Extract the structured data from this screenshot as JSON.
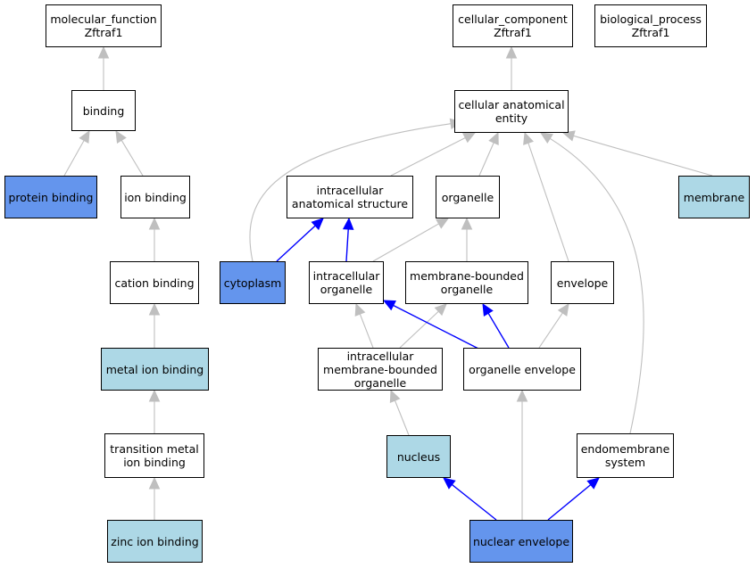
{
  "colors": {
    "node_default": "#ffffff",
    "node_light_blue": "#add8e6",
    "node_blue": "#6495ed",
    "edge_gray": "#bfbfbf",
    "edge_blue": "#0000ff"
  },
  "nodes": {
    "molecular_function": {
      "label": "molecular_function\nZftraf1",
      "fill": "default"
    },
    "cellular_component": {
      "label": "cellular_component\nZftraf1",
      "fill": "default"
    },
    "biological_process": {
      "label": "biological_process\nZftraf1",
      "fill": "default"
    },
    "binding": {
      "label": "binding",
      "fill": "default"
    },
    "cellular_anatomical_entity": {
      "label": "cellular anatomical\nentity",
      "fill": "default"
    },
    "protein_binding": {
      "label": "protein binding",
      "fill": "blue"
    },
    "ion_binding": {
      "label": "ion binding",
      "fill": "default"
    },
    "intracellular_anatomical_structure": {
      "label": "intracellular\nanatomical structure",
      "fill": "default"
    },
    "organelle": {
      "label": "organelle",
      "fill": "default"
    },
    "membrane": {
      "label": "membrane",
      "fill": "light_blue"
    },
    "cation_binding": {
      "label": "cation binding",
      "fill": "default"
    },
    "cytoplasm": {
      "label": "cytoplasm",
      "fill": "blue"
    },
    "intracellular_organelle": {
      "label": "intracellular\norganelle",
      "fill": "default"
    },
    "membrane_bounded_organelle": {
      "label": "membrane-bounded\norganelle",
      "fill": "default"
    },
    "envelope": {
      "label": "envelope",
      "fill": "default"
    },
    "metal_ion_binding": {
      "label": "metal ion binding",
      "fill": "light_blue"
    },
    "intracellular_membrane_bounded_organelle": {
      "label": "intracellular\nmembrane-bounded\norganelle",
      "fill": "default"
    },
    "organelle_envelope": {
      "label": "organelle envelope",
      "fill": "default"
    },
    "transition_metal_ion_binding": {
      "label": "transition metal\nion binding",
      "fill": "default"
    },
    "nucleus": {
      "label": "nucleus",
      "fill": "light_blue"
    },
    "endomembrane_system": {
      "label": "endomembrane\nsystem",
      "fill": "default"
    },
    "zinc_ion_binding": {
      "label": "zinc ion binding",
      "fill": "light_blue"
    },
    "nuclear_envelope": {
      "label": "nuclear envelope",
      "fill": "blue"
    }
  },
  "edges": [
    {
      "from": "binding",
      "to": "molecular_function",
      "color": "gray"
    },
    {
      "from": "protein_binding",
      "to": "binding",
      "color": "gray"
    },
    {
      "from": "ion_binding",
      "to": "binding",
      "color": "gray"
    },
    {
      "from": "cation_binding",
      "to": "ion_binding",
      "color": "gray"
    },
    {
      "from": "metal_ion_binding",
      "to": "cation_binding",
      "color": "gray"
    },
    {
      "from": "transition_metal_ion_binding",
      "to": "metal_ion_binding",
      "color": "gray"
    },
    {
      "from": "zinc_ion_binding",
      "to": "transition_metal_ion_binding",
      "color": "gray"
    },
    {
      "from": "cellular_anatomical_entity",
      "to": "cellular_component",
      "color": "gray"
    },
    {
      "from": "cytoplasm",
      "to": "cellular_anatomical_entity",
      "color": "gray"
    },
    {
      "from": "intracellular_anatomical_structure",
      "to": "cellular_anatomical_entity",
      "color": "gray"
    },
    {
      "from": "organelle",
      "to": "cellular_anatomical_entity",
      "color": "gray"
    },
    {
      "from": "envelope",
      "to": "cellular_anatomical_entity",
      "color": "gray"
    },
    {
      "from": "endomembrane_system",
      "to": "cellular_anatomical_entity",
      "color": "gray"
    },
    {
      "from": "membrane",
      "to": "cellular_anatomical_entity",
      "color": "gray"
    },
    {
      "from": "cytoplasm",
      "to": "intracellular_anatomical_structure",
      "color": "blue"
    },
    {
      "from": "intracellular_organelle",
      "to": "intracellular_anatomical_structure",
      "color": "blue"
    },
    {
      "from": "intracellular_organelle",
      "to": "organelle",
      "color": "gray"
    },
    {
      "from": "membrane_bounded_organelle",
      "to": "organelle",
      "color": "gray"
    },
    {
      "from": "intracellular_membrane_bounded_organelle",
      "to": "intracellular_organelle",
      "color": "gray"
    },
    {
      "from": "intracellular_membrane_bounded_organelle",
      "to": "membrane_bounded_organelle",
      "color": "gray"
    },
    {
      "from": "organelle_envelope",
      "to": "intracellular_organelle",
      "color": "blue"
    },
    {
      "from": "organelle_envelope",
      "to": "membrane_bounded_organelle",
      "color": "blue"
    },
    {
      "from": "organelle_envelope",
      "to": "envelope",
      "color": "gray"
    },
    {
      "from": "nucleus",
      "to": "intracellular_membrane_bounded_organelle",
      "color": "gray"
    },
    {
      "from": "nuclear_envelope",
      "to": "nucleus",
      "color": "blue"
    },
    {
      "from": "nuclear_envelope",
      "to": "organelle_envelope",
      "color": "gray"
    },
    {
      "from": "nuclear_envelope",
      "to": "endomembrane_system",
      "color": "blue"
    }
  ]
}
